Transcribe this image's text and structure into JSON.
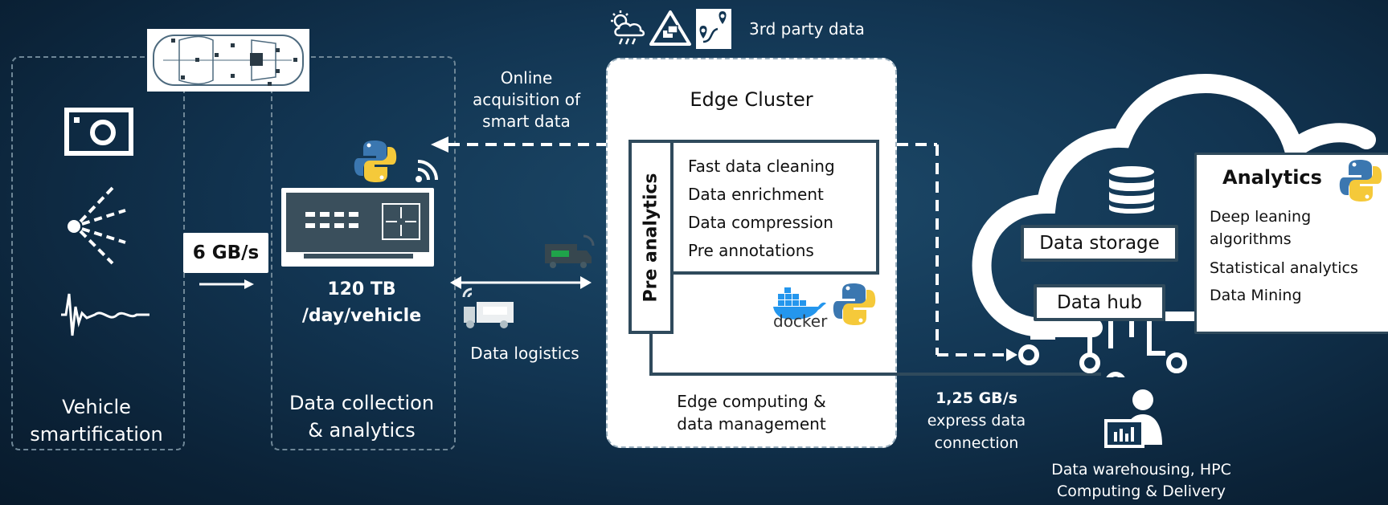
{
  "third_party": {
    "label": "3rd party data",
    "icons": [
      "weather-icon",
      "traffic-warning-icon",
      "map-route-icon"
    ]
  },
  "vehicle": {
    "title_line1": "Vehicle",
    "title_line2": "smartification",
    "icons": [
      "camera-icon",
      "lidar-icon",
      "radar-signal-icon",
      "car-topview-icon"
    ]
  },
  "throughput": {
    "label": "6 GB/s"
  },
  "collection": {
    "volume_line1": "120 TB",
    "volume_line2": "/day/vehicle",
    "title_line1": "Data collection",
    "title_line2": "& analytics",
    "icons": [
      "python-icon",
      "wifi-icon",
      "data-logger-icon"
    ]
  },
  "online": {
    "line1": "Online",
    "line2": "acquisition of",
    "line3": "smart data"
  },
  "logistics": {
    "label": "Data logistics",
    "icons": [
      "truck-icon",
      "truck-icon"
    ]
  },
  "edge": {
    "title": "Edge Cluster",
    "pre_analytics": "Pre analytics",
    "items": [
      "Fast data cleaning",
      "Data enrichment",
      "Data compression",
      "Pre annotations"
    ],
    "caption_line1": "Edge computing &",
    "caption_line2": "data management",
    "icons": [
      "docker-icon",
      "python-icon"
    ],
    "docker_label": "docker"
  },
  "express": {
    "line1": "1,25 GB/s",
    "line2": "express data",
    "line3": "connection"
  },
  "cloud": {
    "storage": "Data storage",
    "hub": "Data hub",
    "icons": [
      "database-icon",
      "cloud-icon",
      "user-workstation-icon"
    ]
  },
  "analytics": {
    "title": "Analytics",
    "items": [
      "Deep leaning",
      "algorithms",
      "Statistical analytics",
      "Data Mining"
    ],
    "icons": [
      "python-icon"
    ]
  },
  "warehouse": {
    "line1": "Data warehousing, HPC",
    "line2": "Computing & Delivery"
  },
  "colors": {
    "background": "#123552",
    "dashed": "#6f8797",
    "box_border": "#2f4a5c",
    "python_blue": "#3b77b0",
    "python_yellow": "#f5c93a",
    "docker_blue": "#2496ed",
    "logger_green": "#1fa34a"
  }
}
